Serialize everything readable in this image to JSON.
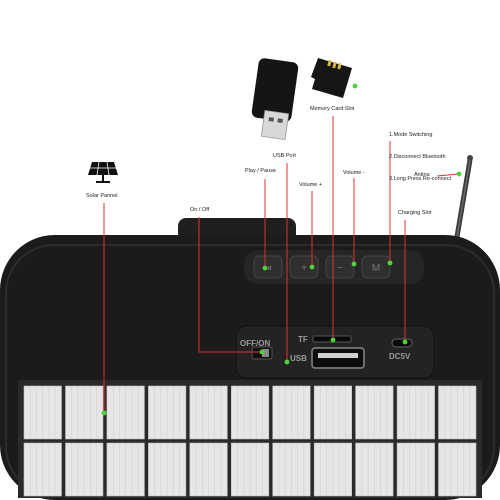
{
  "callouts": {
    "solar_panel": "Solar Pannel",
    "usb_port": "USB Port",
    "memory_card_slot": "Memory Card Slot",
    "button_functions": [
      "1.Mode Switching",
      "2.Disconnect Bluetooth",
      "3.Long Press Re-connect"
    ],
    "antenna": "Antina",
    "play_pause": "Play / Pause",
    "volume_up": "Volume +",
    "volume_down": "Volume -",
    "charging_slot": "Charging  Slot",
    "on_off": "On / Off"
  },
  "device_markings": {
    "off_on": "OFF/ON",
    "tf": "TF",
    "usb": "USB",
    "dc5v": "DC5V"
  },
  "colors": {
    "device_body": "#1b1b1b",
    "leader_line": "#e03030",
    "marker_dot": "#4cd43a",
    "solar_cell": "#e6e6e6",
    "solar_frame": "#2a2a2a"
  }
}
